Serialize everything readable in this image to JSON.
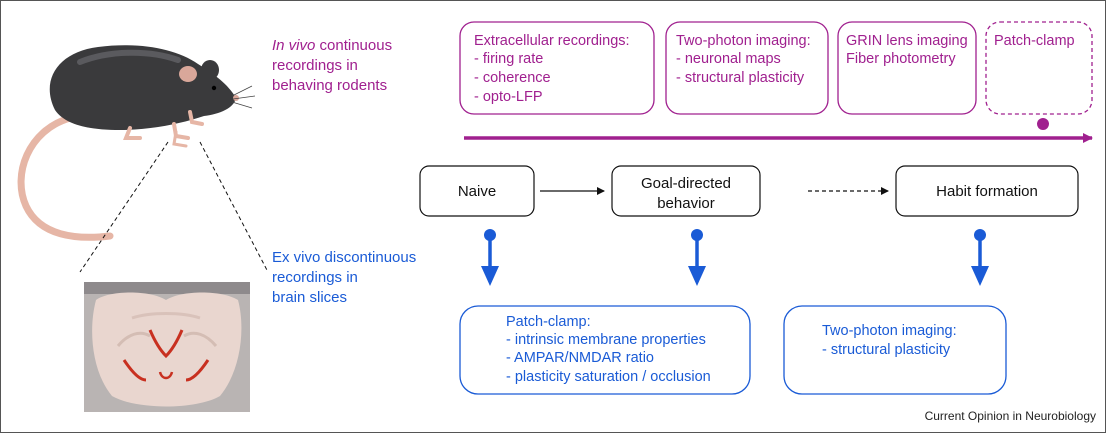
{
  "colors": {
    "invivo": "#a0208f",
    "exvivo": "#1a5bd6",
    "ink": "#111111",
    "mouse_body": "#3a3a3c",
    "mouse_pink": "#e6b6a6",
    "brain_slice": "#e9d6cf",
    "brain_red": "#c83020"
  },
  "invivo_label": {
    "line1_italic": "In vivo",
    "line1_rest": " continuous",
    "line2": "recordings in",
    "line3": "behaving rodents"
  },
  "exvivo_label": {
    "line1": "Ex vivo discontinuous",
    "line2": "recordings in",
    "line3": "brain slices"
  },
  "invivo_boxes": [
    {
      "lines": [
        "Extracellular recordings:",
        "- firing rate",
        "- coherence",
        "- opto-LFP"
      ]
    },
    {
      "lines": [
        "Two-photon imaging:",
        "- neuronal maps",
        "- structural plasticity"
      ]
    },
    {
      "lines": [
        "GRIN lens imaging",
        "Fiber photometry"
      ]
    },
    {
      "lines": [
        "Patch-clamp"
      ]
    }
  ],
  "stages": [
    {
      "lines": [
        "Naive"
      ]
    },
    {
      "lines": [
        "Goal-directed",
        "behavior"
      ]
    },
    {
      "lines": [
        "Habit formation"
      ]
    }
  ],
  "exvivo_boxes": [
    {
      "lines": [
        "Patch-clamp:",
        "- intrinsic membrane properties",
        "- AMPAR/NMDAR ratio",
        "- plasticity saturation / occlusion"
      ]
    },
    {
      "lines": [
        "Two-photon imaging:",
        "- structural plasticity"
      ]
    }
  ],
  "credit": "Current Opinion in Neurobiology"
}
